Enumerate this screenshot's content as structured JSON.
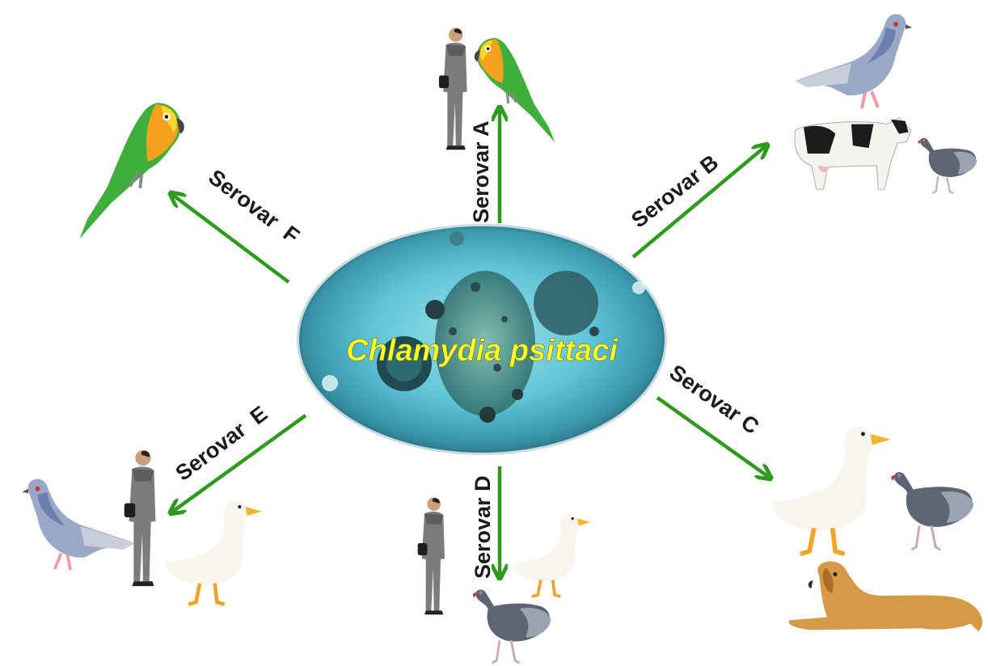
{
  "center": {
    "title": "Chlamydia psittaci",
    "title_color": "#ffff33",
    "cell_color": "#5fc4d6"
  },
  "arrow_color": "#2e9a1e",
  "serovars": [
    {
      "label": "Serovar A",
      "hosts": [
        "human",
        "parrot"
      ]
    },
    {
      "label": "Serovar B",
      "hosts": [
        "pigeon",
        "cattle",
        "turkey"
      ]
    },
    {
      "label": "Serovar C",
      "hosts": [
        "duck",
        "turkey",
        "dog"
      ]
    },
    {
      "label": "Serovar D",
      "hosts": [
        "human",
        "duck",
        "turkey"
      ]
    },
    {
      "label": "Serovar  E",
      "hosts": [
        "pigeon",
        "human",
        "duck"
      ]
    },
    {
      "label": "Serovar  F",
      "hosts": [
        "parrot"
      ]
    }
  ]
}
